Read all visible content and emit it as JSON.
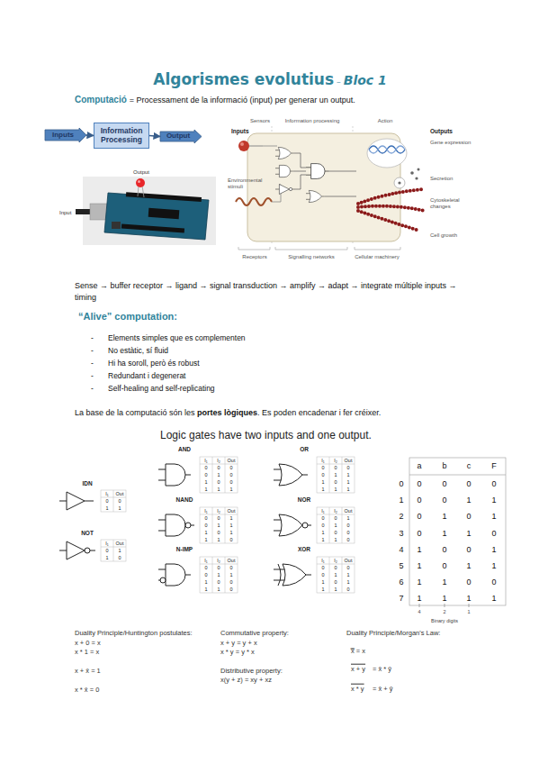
{
  "diagram": {
    "title": "Algorismes evolutius",
    "nodes": [
      {
        "text": [
          "Inputs"
        ]
      },
      {
        "text": [
          "Information Processing"
        ]
      },
      {
        "text": [
          "Output"
        ]
      }
    ],
    "edges": [
      {
        "from": 0,
        "to": 1,
        "arrow": "to"
      },
      {
        "from": 1,
        "to": 2,
        "arrow": "to"
      }
    ],
    "labels": [
      "~",
      "Bloc 1",
      "Computació",
      "= Processament de la informació (input) per generar un output.",
      "Output",
      "Input",
      "Sensors",
      "Information processing",
      "Action",
      "Inputs",
      "Outputs",
      "Gene expression",
      "Secretion",
      "Cytoskeletal changes",
      "Cell growth",
      "Environmental stimuli",
      "Receptors",
      "Signalling networks",
      "Cellular machinery",
      "Sense → buffer receptor → ligand → signal transduction → amplify → adapt → integrate múltiple inputs → timing",
      "“Alive” computation:",
      "-",
      "Elements simples que es complementen",
      "-",
      "No estàtic, sí fluid",
      "-",
      "Hi ha soroll, però és robust",
      "-",
      "Redundant i degenerat",
      "-",
      "Self-healing and self-replicating",
      "La base de la computació són les",
      "portes lògiques",
      ". Es poden encadenar i fer créixer.",
      "Logic gates have two inputs and one output.",
      "IDN",
      "I₁",
      "Out",
      "0",
      "0",
      "1",
      "1",
      "NOT",
      "I₁",
      "Out",
      "0",
      "1",
      "1",
      "0",
      "AND",
      "I₁",
      "I₂",
      "Out",
      "0",
      "0",
      "0",
      "0",
      "1",
      "0",
      "1",
      "0",
      "0",
      "1",
      "1",
      "1",
      "NAND",
      "I₁",
      "I₂",
      "Out",
      "0",
      "0",
      "1",
      "0",
      "1",
      "1",
      "1",
      "0",
      "1",
      "1",
      "1",
      "0",
      "N-IMP",
      "I₁",
      "I₂",
      "Out",
      "0",
      "0",
      "0",
      "0",
      "1",
      "1",
      "1",
      "0",
      "0",
      "1",
      "1",
      "0",
      "OR",
      "I₁",
      "I₂",
      "Out",
      "0",
      "0",
      "0",
      "0",
      "1",
      "1",
      "1",
      "0",
      "1",
      "1",
      "1",
      "1",
      "NOR",
      "I₁",
      "I₂",
      "Out",
      "0",
      "0",
      "1",
      "0",
      "1",
      "0",
      "1",
      "0",
      "0",
      "1",
      "1",
      "0",
      "XOR",
      "I₁",
      "I₂",
      "Out",
      "0",
      "0",
      "0",
      "0",
      "1",
      "1",
      "1",
      "0",
      "1",
      "1",
      "1",
      "0",
      "a",
      "b",
      "c",
      "F",
      "0",
      "0",
      "0",
      "0",
      "0",
      "1",
      "0",
      "0",
      "1",
      "1",
      "2",
      "0",
      "1",
      "0",
      "1",
      "3",
      "0",
      "1",
      "1",
      "0",
      "4",
      "1",
      "0",
      "0",
      "1",
      "5",
      "1",
      "0",
      "1",
      "1",
      "6",
      "1",
      "1",
      "0",
      "0",
      "7",
      "1",
      "1",
      "1",
      "1",
      "4",
      "2",
      "1",
      "Binary digits",
      "Duality Principle/Huntington postulates:",
      "x + 0 = x",
      "x * 1 = x",
      "x + x̄ = 1",
      "x * x̄ = 0",
      "Commutative property:",
      "x + y = y + x",
      "x * y = y * x",
      "Distributive property:",
      "x(y + z) = xy + xz",
      "Duality Principle/Morgan's Law:",
      "x̿ = x",
      "x + y",
      "= x̄ * ȳ",
      "x * y",
      "= x̄ + ȳ"
    ]
  }
}
